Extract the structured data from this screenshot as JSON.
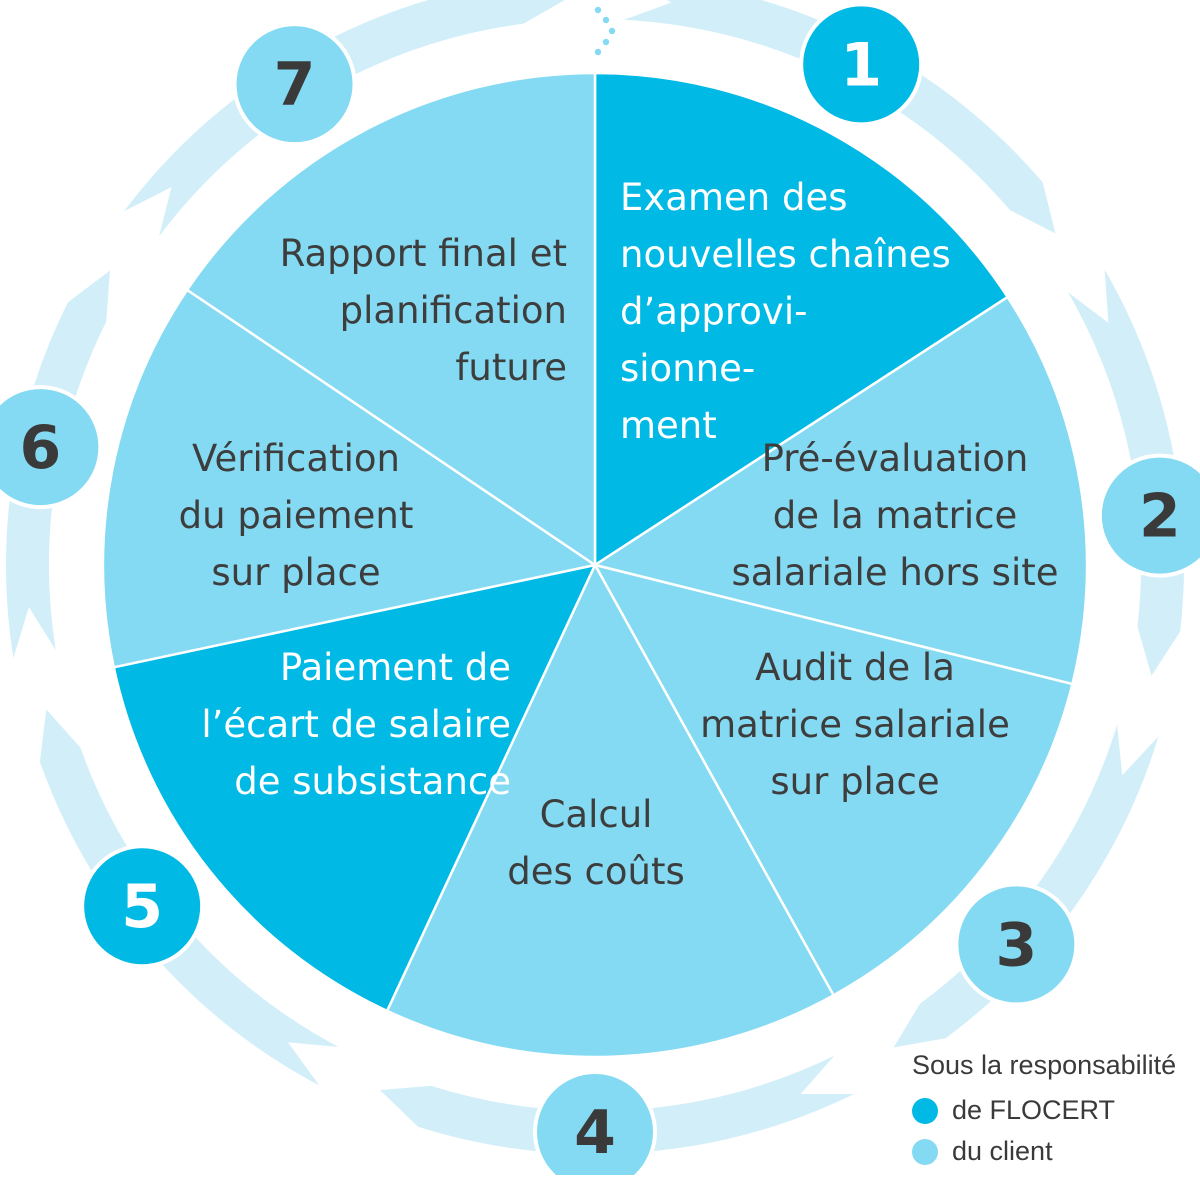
{
  "colors": {
    "flocert": "#00b9e4",
    "client": "#84daf2",
    "ring": "#d2eff9",
    "ring_edge": "#ffffff",
    "badge_outline": "#ffffff",
    "text_dark": "#3d3d3d",
    "text_light": "#ffffff"
  },
  "steps": [
    {
      "number": "1",
      "owner": "flocert",
      "lines": [
        "Examen des",
        "nouvelles chaînes",
        "d’approvi-",
        "sionne-",
        "ment"
      ]
    },
    {
      "number": "2",
      "owner": "client",
      "lines": [
        "Pré-évaluation",
        "de la matrice",
        "salariale hors site"
      ]
    },
    {
      "number": "3",
      "owner": "client",
      "lines": [
        "Audit de la",
        "matrice salariale",
        "sur place"
      ]
    },
    {
      "number": "4",
      "owner": "client",
      "lines": [
        "Calcul",
        "des coûts"
      ]
    },
    {
      "number": "5",
      "owner": "flocert",
      "lines": [
        "Paiement de",
        "l’écart de salaire",
        "de subsistance"
      ]
    },
    {
      "number": "6",
      "owner": "client",
      "lines": [
        "Vérification",
        "du paiement",
        "sur place"
      ]
    },
    {
      "number": "7",
      "owner": "client",
      "lines": [
        "Rapport final et",
        "planification",
        "future"
      ]
    }
  ],
  "legend": {
    "title": "Sous la responsabilité",
    "items": [
      {
        "label": "de FLOCERT",
        "owner": "flocert"
      },
      {
        "label": "du client",
        "owner": "client"
      }
    ]
  }
}
